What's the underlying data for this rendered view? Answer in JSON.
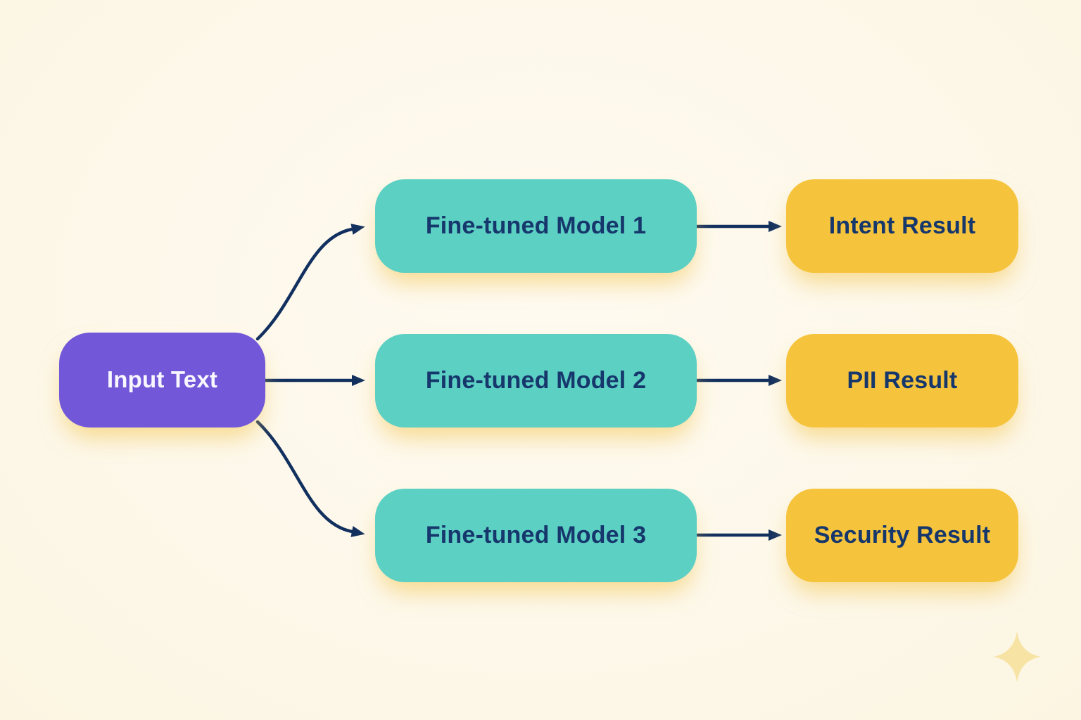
{
  "diagram": {
    "nodes": {
      "input": {
        "label": "Input Text"
      },
      "models": [
        {
          "label": "Fine-tuned Model 1"
        },
        {
          "label": "Fine-tuned Model 2"
        },
        {
          "label": "Fine-tuned Model 3"
        }
      ],
      "results": [
        {
          "label": "Intent Result"
        },
        {
          "label": "PII Result"
        },
        {
          "label": "Security Result"
        }
      ]
    },
    "edges": [
      {
        "from": "input-text",
        "to": "fine-tuned-model-1"
      },
      {
        "from": "input-text",
        "to": "fine-tuned-model-2"
      },
      {
        "from": "input-text",
        "to": "fine-tuned-model-3"
      },
      {
        "from": "fine-tuned-model-1",
        "to": "intent-result"
      },
      {
        "from": "fine-tuned-model-2",
        "to": "pii-result"
      },
      {
        "from": "fine-tuned-model-3",
        "to": "security-result"
      }
    ],
    "colors": {
      "background": "#fdf8ea",
      "input_fill": "#7257d8",
      "model_fill": "#5dd0c4",
      "result_fill": "#f6c43c",
      "text_dark": "#16376c",
      "text_light": "#f8f7ff",
      "arrow": "#12305f",
      "glow": "rgba(243,198,84,0.6)",
      "sparkle": "#f7e3a3"
    }
  }
}
